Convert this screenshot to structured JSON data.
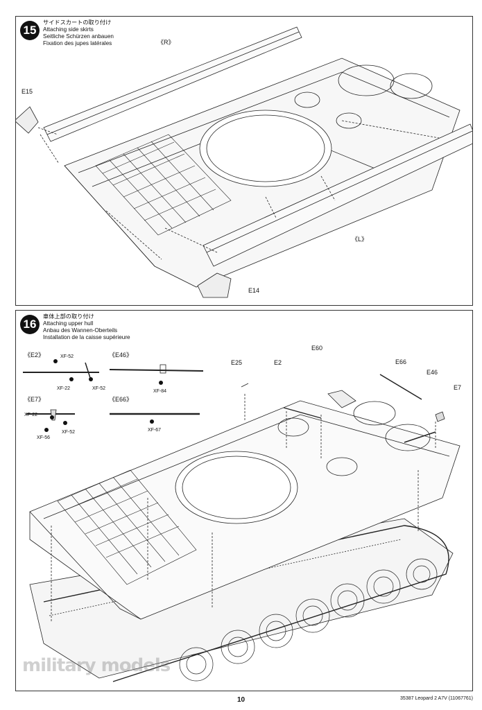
{
  "step15": {
    "number": "15",
    "title_jp": "サイドスカートの取り付け",
    "title_en": "Attaching side skirts",
    "title_de": "Seitliche Schürzen anbauen",
    "title_fr": "Fixation des jupes latérales",
    "labels": {
      "r": "《R》",
      "l": "《L》",
      "e15": "E15",
      "e14": "E14"
    }
  },
  "step16": {
    "number": "16",
    "title_jp": "車体上部の取り付け",
    "title_en": "Attaching upper hull",
    "title_de": "Anbau des Wannen-Oberteils",
    "title_fr": "Installation de la caisse supérieure",
    "sub_e2": {
      "name": "《E2》",
      "p1": "XF-52",
      "p2": "XF-22",
      "p3": "XF-52"
    },
    "sub_e46": {
      "name": "《E46》",
      "p1": "XF-84"
    },
    "sub_e7": {
      "name": "《E7》",
      "p1": "XF-22",
      "p2": "XF-56",
      "p3": "XF-52"
    },
    "sub_e66": {
      "name": "《E66》",
      "p1": "XF-67"
    },
    "labels": {
      "e25": "E25",
      "e2": "E2",
      "e60": "E60",
      "e66": "E66",
      "e46": "E46",
      "e7": "E7"
    }
  },
  "footer": {
    "watermark": "military models",
    "page_number": "10",
    "kit_info": "35387  Leopard 2 A7V (11067761)"
  }
}
